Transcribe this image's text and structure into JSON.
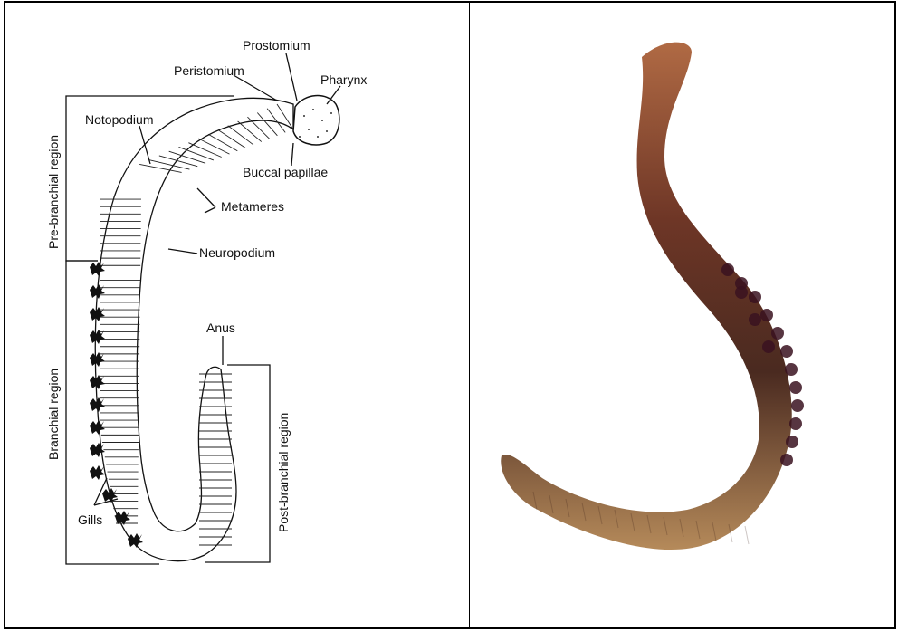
{
  "diagram": {
    "labels": {
      "prostomium": "Prostomium",
      "peristomium": "Peristomium",
      "pharynx": "Pharynx",
      "notopodium": "Notopodium",
      "buccal_papillae": "Buccal papillae",
      "metameres": "Metameres",
      "neuropodium": "Neuropodium",
      "anus": "Anus",
      "gills": "Gills"
    },
    "regions": {
      "pre_branchial": "Pre-branchial region",
      "branchial": "Branchial region",
      "post_branchial": "Post-branchial region"
    }
  },
  "photo": {
    "colors": {
      "background": "#ffffff",
      "body_dark": "#5a2f22",
      "body_mid": "#8a5436",
      "tail_light": "#b58a5a",
      "gills": "#3a1220"
    }
  }
}
